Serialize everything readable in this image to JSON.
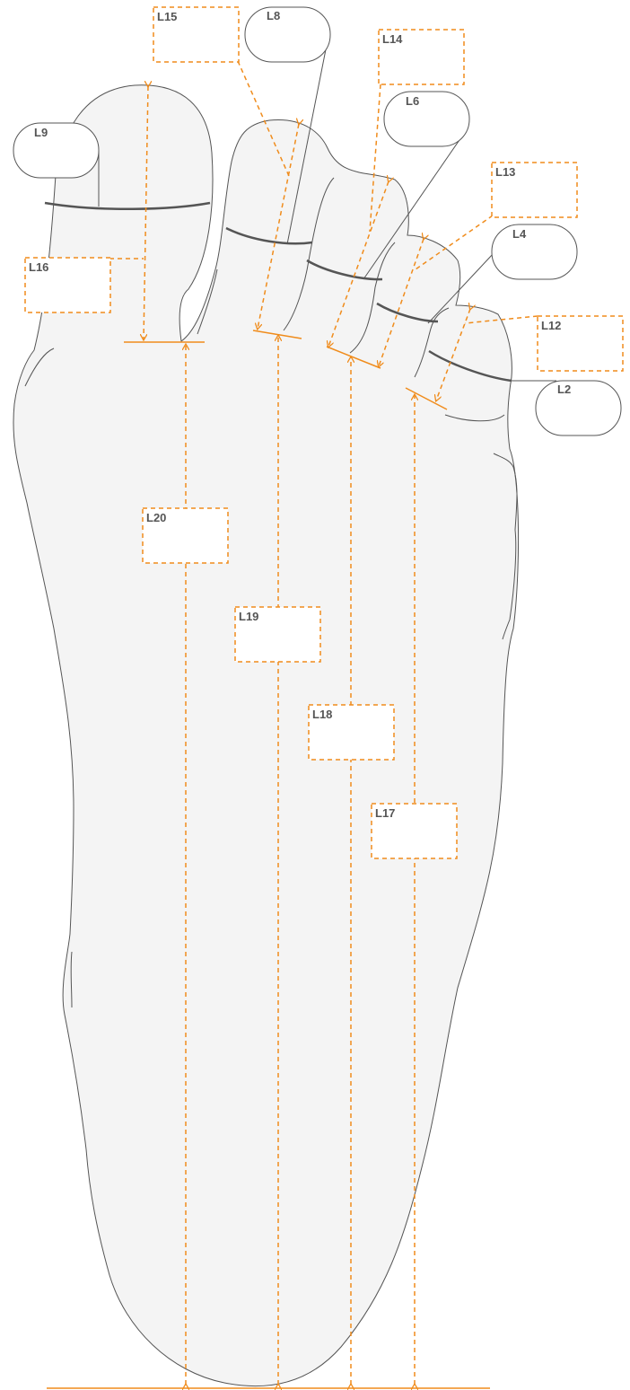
{
  "colors": {
    "accent": "#f08c1c",
    "outline": "#555555",
    "fill": "#f4f4f4"
  },
  "labels": {
    "l2": "L2",
    "l4": "L4",
    "l6": "L6",
    "l8": "L8",
    "l9": "L9",
    "l12": "L12",
    "l13": "L13",
    "l14": "L14",
    "l15": "L15",
    "l16": "L16",
    "l17": "L17",
    "l18": "L18",
    "l19": "L19",
    "l20": "L20"
  }
}
